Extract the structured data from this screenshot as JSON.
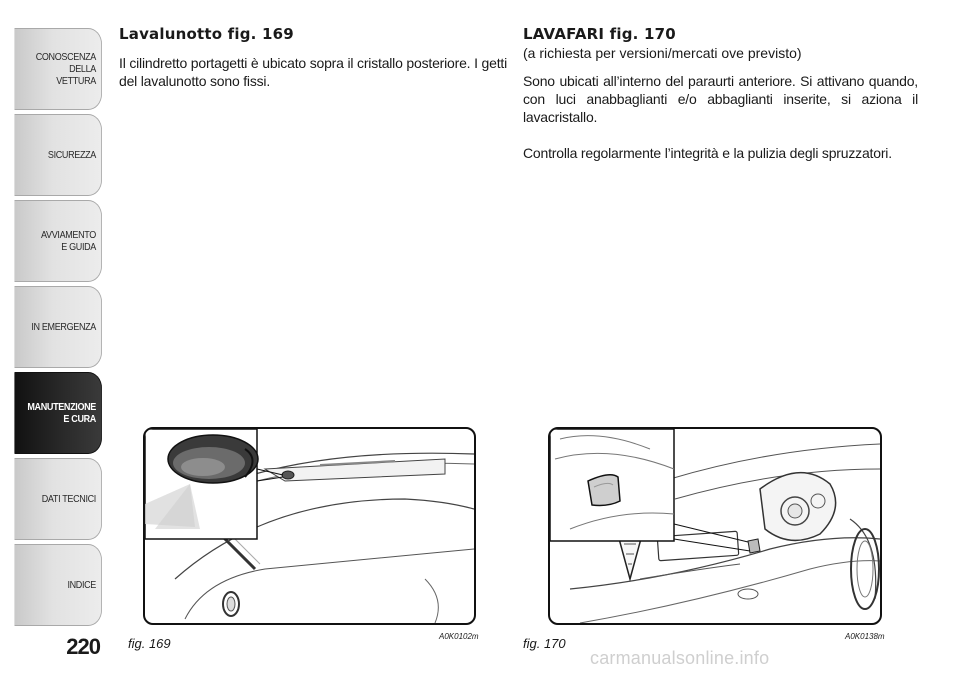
{
  "side_tabs": [
    {
      "label": "CONOSCENZA\nDELLA\nVETTURA",
      "active": false
    },
    {
      "label": "SICUREZZA",
      "active": false
    },
    {
      "label": "AVVIAMENTO\nE GUIDA",
      "active": false
    },
    {
      "label": "IN EMERGENZA",
      "active": false
    },
    {
      "label": "MANUTENZIONE\nE CURA",
      "active": true
    },
    {
      "label": "DATI TECNICI",
      "active": false
    },
    {
      "label": "INDICE",
      "active": false
    }
  ],
  "page_number": "220",
  "left_section": {
    "title": "Lavalunotto fig. 169",
    "body": "Il cilindretto portagetti è ubicato sopra il cristallo posteriore. I getti del lavalunotto sono fissi."
  },
  "right_section": {
    "title": "LAVAFARI fig. 170",
    "subtitle": "(a richiesta per versioni/mercati ove previsto)",
    "body1": "Sono ubicati all’interno del paraurti anteriore. Si attivano quando, con luci anabbaglianti e/o abbaglianti inserite, si aziona il lavacristallo.",
    "body2": "Controlla regolarmente l’integrità e la pulizia degli spruzzatori."
  },
  "figures": {
    "fig169": {
      "caption": "fig. 169",
      "code": "A0K0102m"
    },
    "fig170": {
      "caption": "fig. 170",
      "code": "A0K0138m"
    }
  },
  "watermark": "carmanualsonline.info"
}
